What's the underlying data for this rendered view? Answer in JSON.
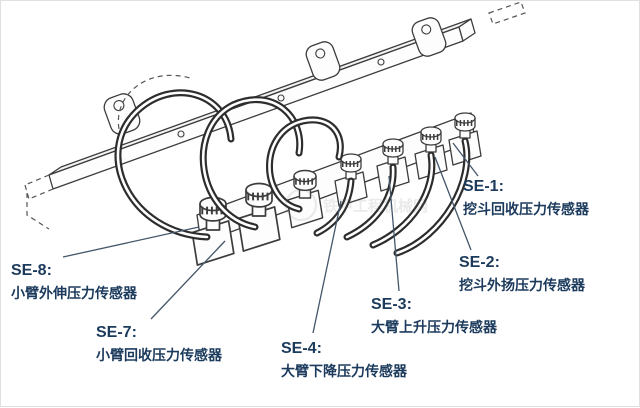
{
  "colors": {
    "label_text": "#1b3a5c",
    "line_art": "#3c3c3c",
    "leader_line": "#44566b",
    "background": "#ffffff"
  },
  "watermark": "铁甲工程机械网",
  "labels": [
    {
      "id": "SE-1:",
      "text": "挖斗回收压力传感器"
    },
    {
      "id": "SE-2:",
      "text": "挖斗外扬压力传感器"
    },
    {
      "id": "SE-3:",
      "text": "大臂上升压力传感器"
    },
    {
      "id": "SE-4:",
      "text": "大臂下降压力传感器"
    },
    {
      "id": "SE-7:",
      "text": "小臂回收压力传感器"
    },
    {
      "id": "SE-8:",
      "text": "小臂外伸压力传感器"
    }
  ]
}
